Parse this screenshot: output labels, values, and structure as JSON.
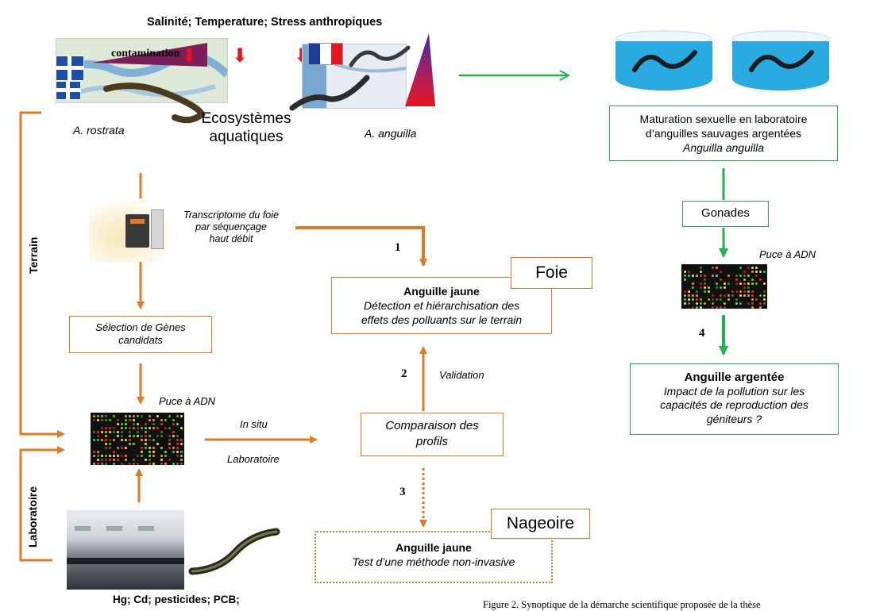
{
  "header": {
    "stressors": "Salinité; Temperature; Stress anthropiques",
    "contamination": "contamination"
  },
  "ecosystem": {
    "species_left": "A. rostrata",
    "species_right": "A. anguilla",
    "label_line1": "Ecosystèmes",
    "label_line2": "aquatiques"
  },
  "side_labels": {
    "terrain": "Terrain",
    "laboratoire": "Laboratoire"
  },
  "transcriptome": {
    "line1": "Transcriptome du foie",
    "line2": "par séquençage",
    "line3": "haut débit"
  },
  "selection_box": {
    "line1": "Sélection de Gènes",
    "line2": "candidats"
  },
  "microarray_left_label": "Puce à ADN",
  "flow_labels": {
    "in_situ": "In situ",
    "laboratoire": "Laboratoire",
    "validation": "Validation"
  },
  "lab_pollutants": "Hg; Cd; pesticides; PCB;",
  "steps": {
    "one": "1",
    "two": "2",
    "three": "3",
    "four": "4"
  },
  "foie_box": {
    "tag": "Foie",
    "title": "Anguille jaune",
    "line1": "Détection et hiérarchisation des",
    "line2": "effets des polluants sur le terrain"
  },
  "comparaison_box": {
    "line1": "Comparaison des",
    "line2": "profils"
  },
  "nageoire_box": {
    "tag": "Nageoire",
    "title": "Anguille jaune",
    "line1": "Test d’une méthode non-invasive"
  },
  "maturation_box": {
    "line1": "Maturation sexuelle en laboratoire",
    "line2": "d’anguilles sauvages argentées",
    "line3": "Anguilla anguilla"
  },
  "gonades_box": {
    "label": "Gonades"
  },
  "microarray_right_label": "Puce à ADN",
  "argentee_box": {
    "title": "Anguille argentée",
    "line1": "Impact de la pollution sur les",
    "line2": "capacités de reproduction  des",
    "line3": "géniteurs ?"
  },
  "caption_fragment": "Figure 2. Synoptique de la démarche scientifique proposée de la thèse",
  "colors": {
    "orange": "#e07b24",
    "green": "#22b14c",
    "red_arrow": "#e8141c",
    "water": "#29abe2"
  }
}
